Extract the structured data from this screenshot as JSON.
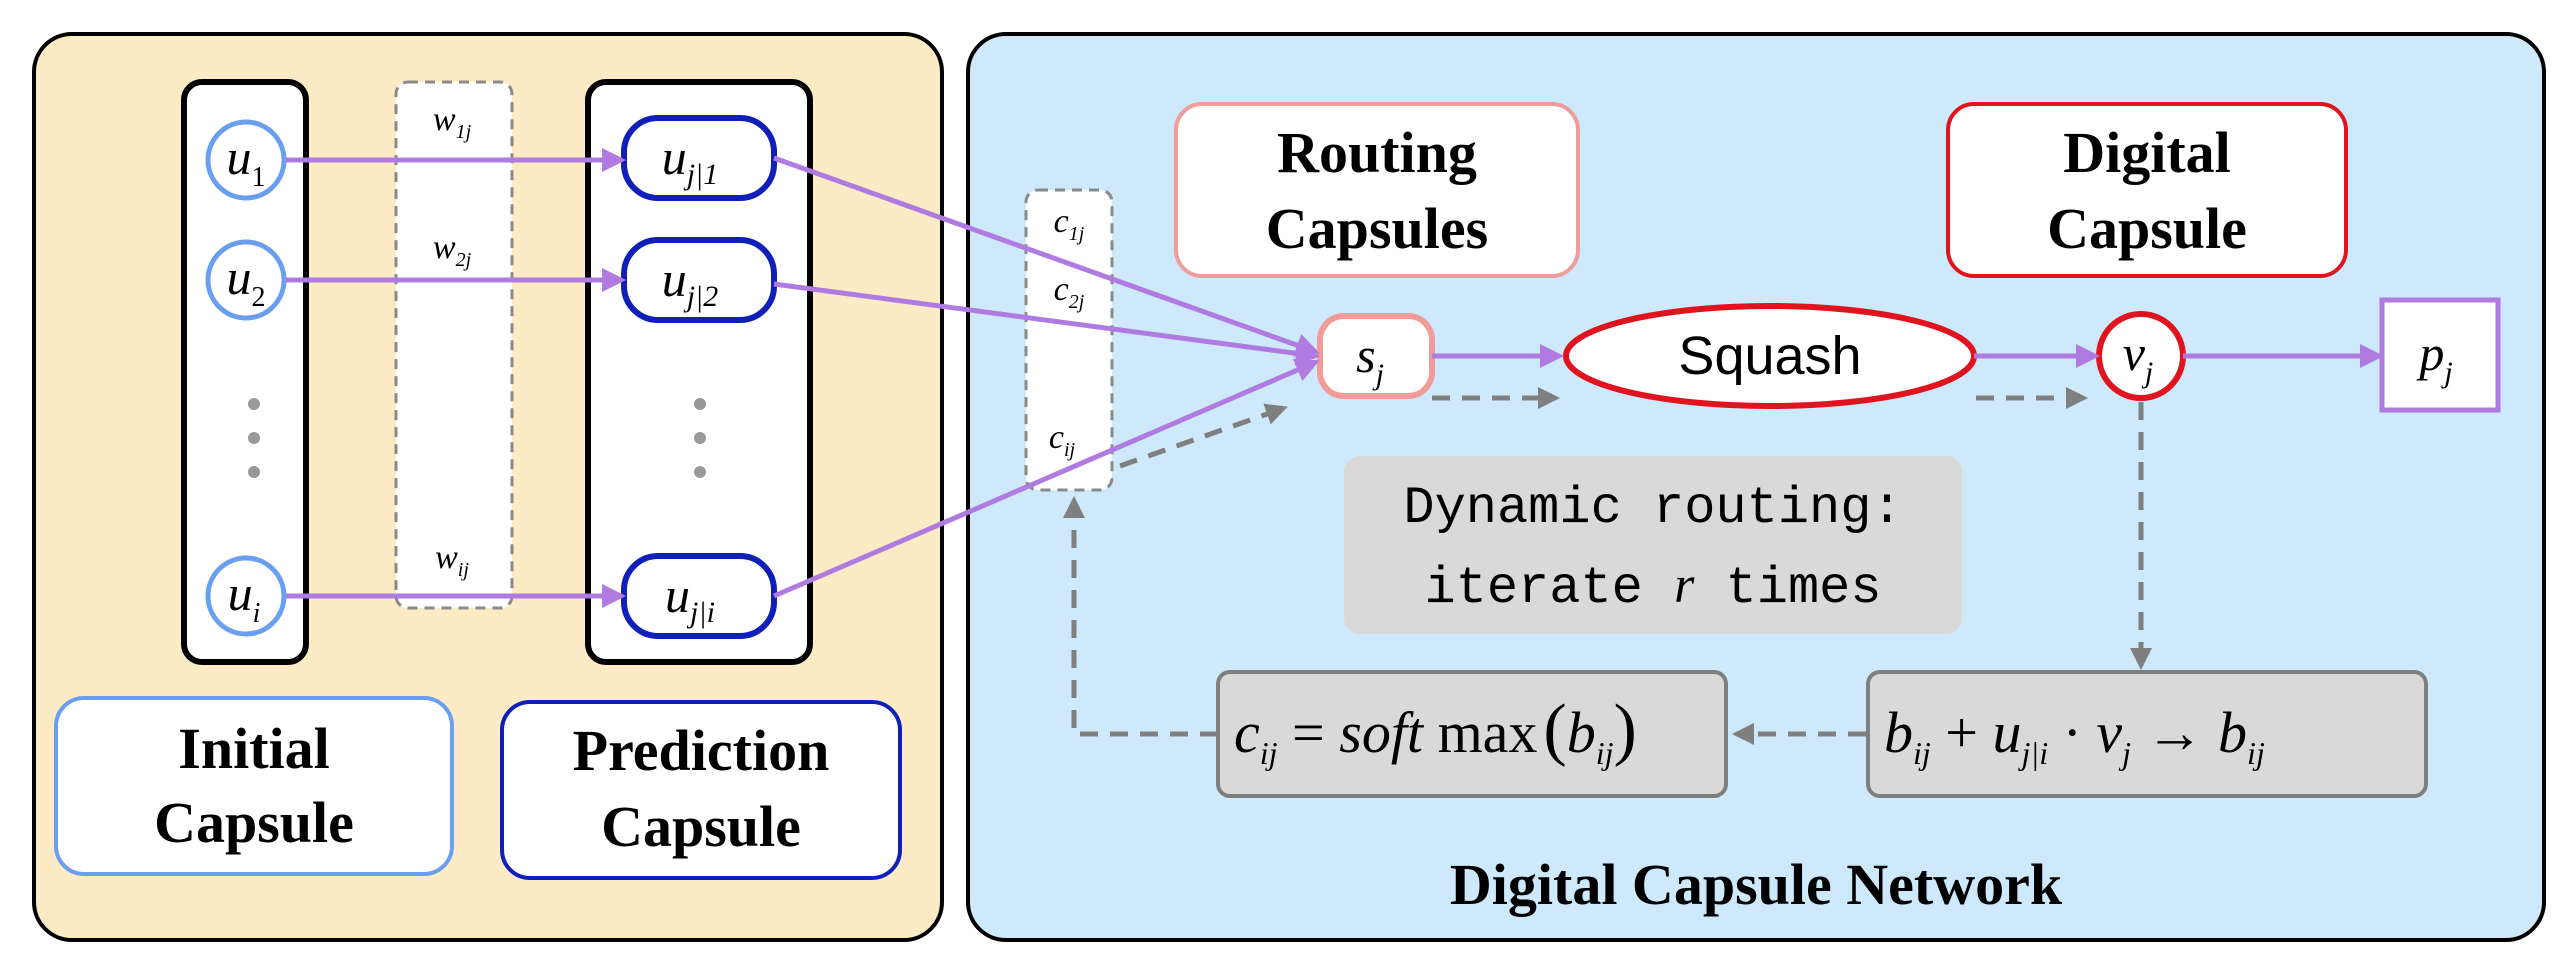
{
  "left_panel": {
    "initial_capsule": {
      "line1": "Initial",
      "line2": "Capsule"
    },
    "prediction_capsule": {
      "line1": "Prediction",
      "line2": "Capsule"
    },
    "inputs": [
      {
        "base": "u",
        "sub": "1"
      },
      {
        "base": "u",
        "sub": "2"
      },
      {
        "base": "u",
        "sub": "i"
      }
    ],
    "weights": [
      {
        "base": "w",
        "sub": "1j"
      },
      {
        "base": "w",
        "sub": "2j"
      },
      {
        "base": "w",
        "sub": "ij"
      }
    ],
    "predictions": [
      {
        "base": "u",
        "sub": "j|1"
      },
      {
        "base": "u",
        "sub": "j|2"
      },
      {
        "base": "u",
        "sub": "j|i"
      }
    ]
  },
  "right_panel": {
    "title": "Digital Capsule Network",
    "routing_capsules": {
      "line1": "Routing",
      "line2": "Capsules"
    },
    "digital_capsule": {
      "line1": "Digital",
      "line2": "Capsule"
    },
    "couplings": [
      {
        "base": "c",
        "sub": "1j"
      },
      {
        "base": "c",
        "sub": "2j"
      },
      {
        "base": "c",
        "sub": "ij"
      }
    ],
    "s_node": {
      "base": "s",
      "sub": "j"
    },
    "squash_label": "Squash",
    "v_node": {
      "base": "v",
      "sub": "j"
    },
    "p_node": {
      "base": "p",
      "sub": "j"
    },
    "dynamic_routing": {
      "line1": "Dynamic routing:",
      "line2_prefix": "iterate ",
      "line2_var": "r",
      "line2_suffix": " times"
    },
    "softmax_formula": {
      "lhs_base": "c",
      "lhs_sub": "ij",
      "eq": " = ",
      "func_ital": "soft",
      "func": " max",
      "arg_base": "b",
      "arg_sub": "ij"
    },
    "update_formula": {
      "b1": "b",
      "b1_sub": "ij",
      "plus": " + ",
      "u": "u",
      "u_sub": "j|i",
      "dot": " · ",
      "v": "v",
      "v_sub": "j",
      "arrow": " → ",
      "b2": "b",
      "b2_sub": "ij"
    }
  },
  "colors": {
    "left_bg": "#fdebc6",
    "right_bg": "#cde9fb",
    "arrow_purple": "#b07be0",
    "dash_gray": "#7f7f7f",
    "light_blue": "#6a9ff0",
    "dark_blue": "#0f1fb8",
    "pink": "#f29b9b",
    "red": "#e0141e",
    "box_gray": "#d9d9d9"
  }
}
